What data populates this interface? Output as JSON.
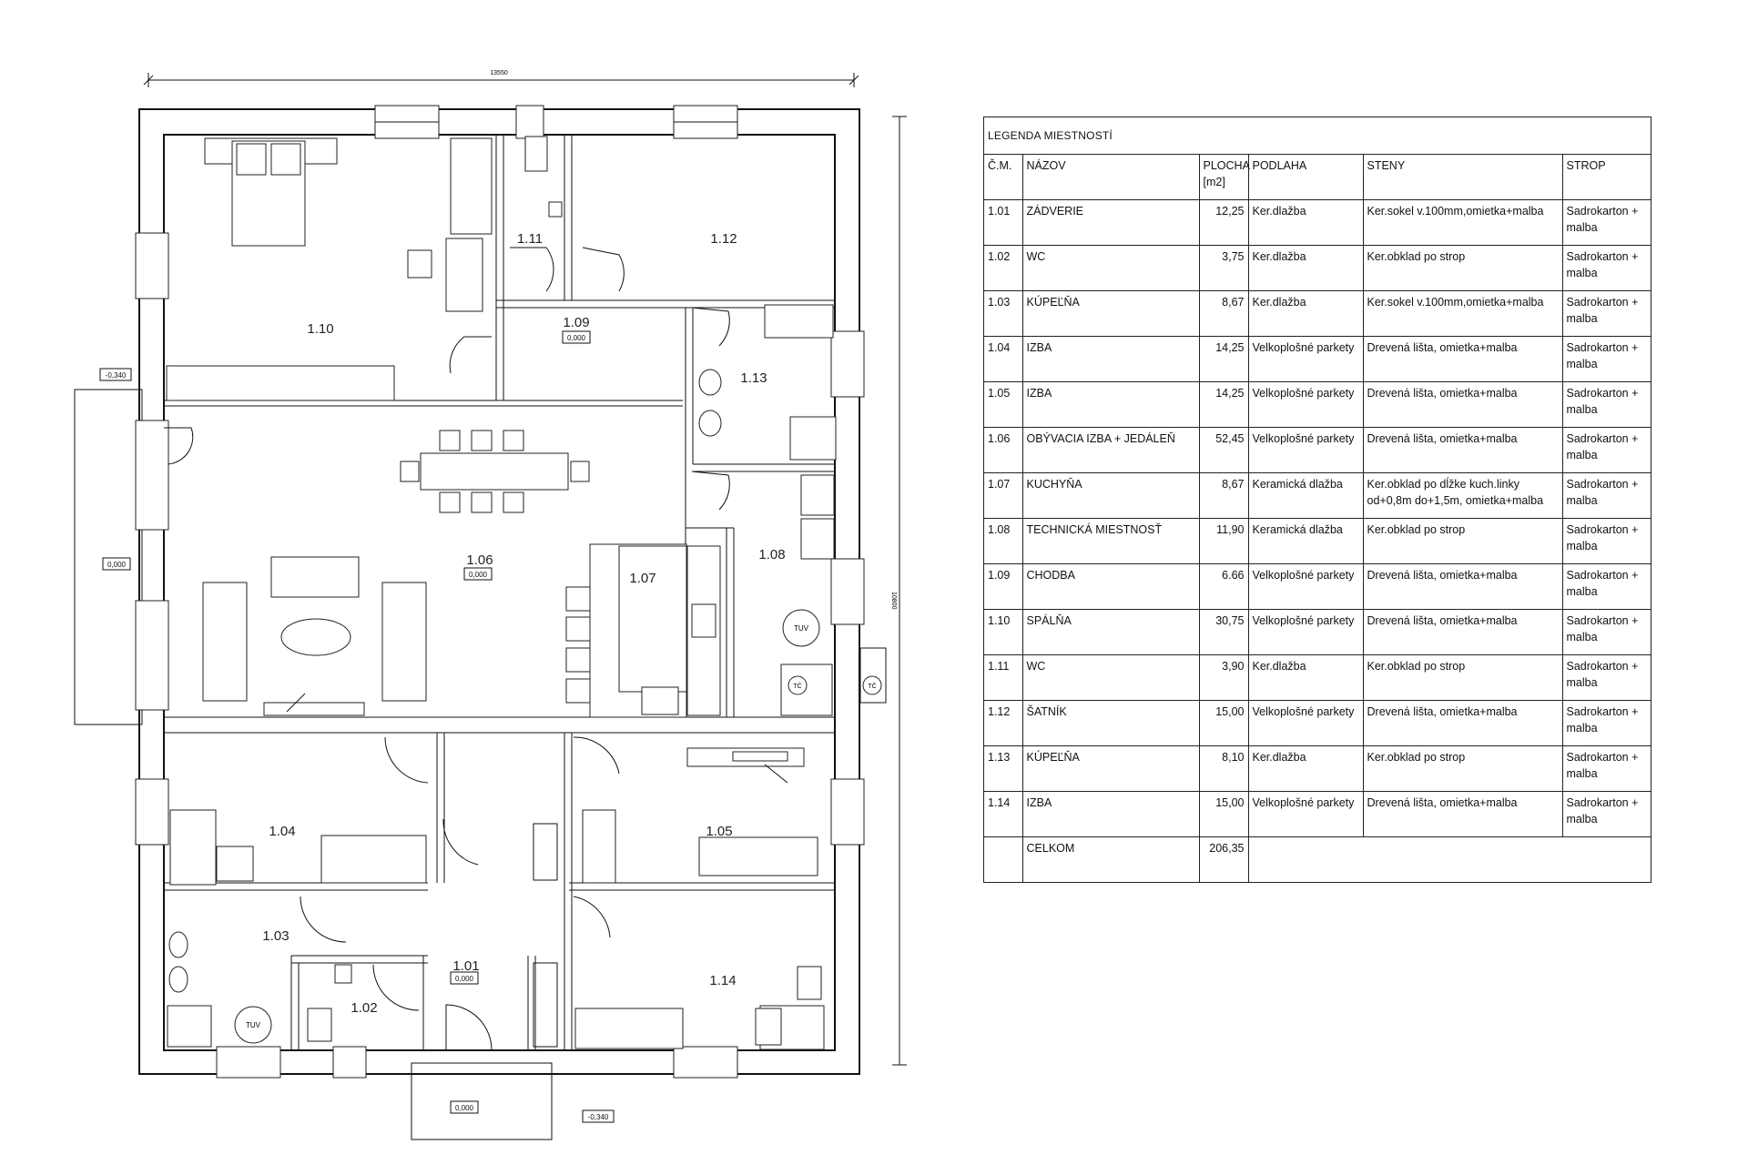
{
  "dimensions": {
    "width_label": "13550",
    "height_label": "10800"
  },
  "levels": {
    "left_outside": "-0,340",
    "terrace": "0,000",
    "hall": "0,000",
    "living": "0,000",
    "corridor": "0,000",
    "entrance_step": "0,000",
    "bottom_outside": "-0,340"
  },
  "rooms": {
    "r101": "1.01",
    "r102": "1.02",
    "r103": "1.03",
    "r104": "1.04",
    "r105": "1.05",
    "r106": "1.06",
    "r107": "1.07",
    "r108": "1.08",
    "r109": "1.09",
    "r110": "1.10",
    "r111": "1.11",
    "r112": "1.12",
    "r113": "1.13",
    "r114": "1.14"
  },
  "equipment": {
    "tuv_1": "TUV",
    "tc_1": "TČ",
    "tc_2": "TČ",
    "tuv_2": "TUV"
  },
  "legend": {
    "title": "LEGENDA MIESTNOSTÍ",
    "headers": {
      "cm": "Č.M.",
      "name": "NÁZOV",
      "area_1": "PLOCHA",
      "area_2": "[m2]",
      "floor": "PODLAHA",
      "walls": "STENY",
      "ceiling": "STROP"
    },
    "rows": [
      {
        "cm": "1.01",
        "name": "ZÁDVERIE",
        "area": "12,25",
        "floor": "Ker.dlažba",
        "walls": "Ker.sokel v.100mm,omietka+malba",
        "ceiling": "Sadrokarton + malba"
      },
      {
        "cm": "1.02",
        "name": "WC",
        "area": "3,75",
        "floor": "Ker.dlažba",
        "walls": "Ker.obklad po strop",
        "ceiling": "Sadrokarton + malba"
      },
      {
        "cm": "1.03",
        "name": "KÚPEĽŇA",
        "area": "8,67",
        "floor": "Ker.dlažba",
        "walls": "Ker.sokel v.100mm,omietka+malba",
        "ceiling": "Sadrokarton + malba"
      },
      {
        "cm": "1.04",
        "name": "IZBA",
        "area": "14,25",
        "floor": "Velkoplošné parkety",
        "walls": "Drevená lišta, omietka+malba",
        "ceiling": "Sadrokarton + malba"
      },
      {
        "cm": "1.05",
        "name": "IZBA",
        "area": "14,25",
        "floor": "Velkoplošné parkety",
        "walls": "Drevená lišta, omietka+malba",
        "ceiling": "Sadrokarton + malba"
      },
      {
        "cm": "1.06",
        "name": "OBÝVACIA IZBA + JEDÁLEŇ",
        "area": "52,45",
        "floor": "Velkoplošné parkety",
        "walls": "Drevená lišta, omietka+malba",
        "ceiling": "Sadrokarton + malba"
      },
      {
        "cm": "1.07",
        "name": "KUCHYŇA",
        "area": "8,67",
        "floor": "Keramická dlažba",
        "walls": "Ker.obklad po dĺžke kuch.linky od+0,8m do+1,5m, omietka+malba",
        "ceiling": "Sadrokarton + malba"
      },
      {
        "cm": "1.08",
        "name": "TECHNICKÁ MIESTNOSŤ",
        "area": "11,90",
        "floor": "Keramická dlažba",
        "walls": "Ker.obklad po strop",
        "ceiling": "Sadrokarton + malba"
      },
      {
        "cm": "1.09",
        "name": "CHODBA",
        "area": "6.66",
        "floor": "Velkoplošné parkety",
        "walls": "Drevená lišta, omietka+malba",
        "ceiling": "Sadrokarton + malba"
      },
      {
        "cm": "1.10",
        "name": "SPÁLŇA",
        "area": "30,75",
        "floor": "Velkoplošné parkety",
        "walls": "Drevená lišta, omietka+malba",
        "ceiling": "Sadrokarton + malba"
      },
      {
        "cm": "1.11",
        "name": "WC",
        "area": "3,90",
        "floor": "Ker.dlažba",
        "walls": "Ker.obklad po strop",
        "ceiling": "Sadrokarton + malba"
      },
      {
        "cm": "1.12",
        "name": "ŠATNÍK",
        "area": "15,00",
        "floor": "Velkoplošné parkety",
        "walls": "Drevená lišta, omietka+malba",
        "ceiling": "Sadrokarton + malba"
      },
      {
        "cm": "1.13",
        "name": "KÚPEĽŇA",
        "area": "8,10",
        "floor": "Ker.dlažba",
        "walls": "Ker.obklad po strop",
        "ceiling": "Sadrokarton + malba"
      },
      {
        "cm": "1.14",
        "name": "IZBA",
        "area": "15,00",
        "floor": "Velkoplošné parkety",
        "walls": "Drevená lišta, omietka+malba",
        "ceiling": "Sadrokarton + malba"
      }
    ],
    "total_label": "CELKOM",
    "total_area": "206,35"
  }
}
